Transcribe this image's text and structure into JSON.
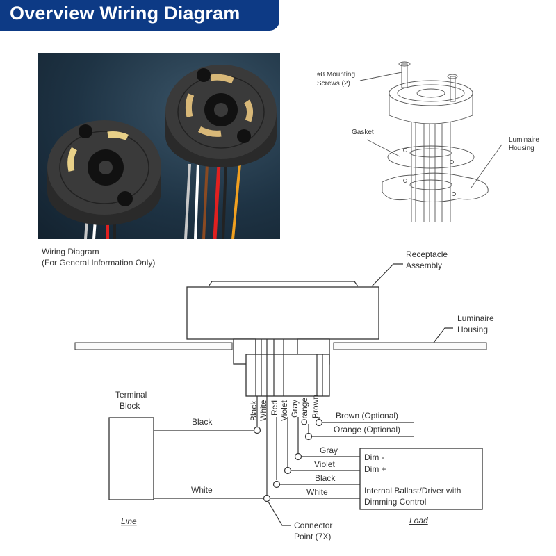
{
  "header": {
    "title": "Overview Wiring Diagram",
    "background": "#0d3a85"
  },
  "photo": {
    "description": "Two photocontrol receptacles with colored lead wires",
    "wire_colors": [
      "#c8c8c8",
      "#ffffff",
      "#8a4a22",
      "#e02020",
      "#222222",
      "#f0a020"
    ]
  },
  "exploded_view": {
    "labels": {
      "screws": "#8 Mounting\nScrews (2)",
      "screws_line1": "#8 Mounting",
      "screws_line2": "Screws (2)",
      "gasket": "Gasket",
      "housing_line1": "Luminaire",
      "housing_line2": "Housing"
    }
  },
  "wiring": {
    "title_line1": "Wiring Diagram",
    "title_line2": "(For General Information Only)",
    "receptacle_line1": "Receptacle",
    "receptacle_line2": "Assembly",
    "housing_line1": "Luminaire",
    "housing_line2": "Housing",
    "wire_labels": [
      "Black",
      "White",
      "Red",
      "Violet",
      "Gray",
      "Orange",
      "Brown"
    ],
    "terminal_block_line1": "Terminal",
    "terminal_block_line2": "Block",
    "line_label": "Line",
    "load_label": "Load",
    "run_labels": {
      "black_left": "Black",
      "white_left": "White",
      "brown_opt": "Brown (Optional)",
      "orange_opt": "Orange (Optional)",
      "gray": "Gray",
      "violet": "Violet",
      "black_right": "Black",
      "white_right": "White"
    },
    "load_box": {
      "dim_minus": "Dim -",
      "dim_plus": "Dim +",
      "driver_line1": "Internal Ballast/Driver with",
      "driver_line2": "Dimming Control"
    },
    "connector_line1": "Connector",
    "connector_line2": "Point (7X)"
  }
}
